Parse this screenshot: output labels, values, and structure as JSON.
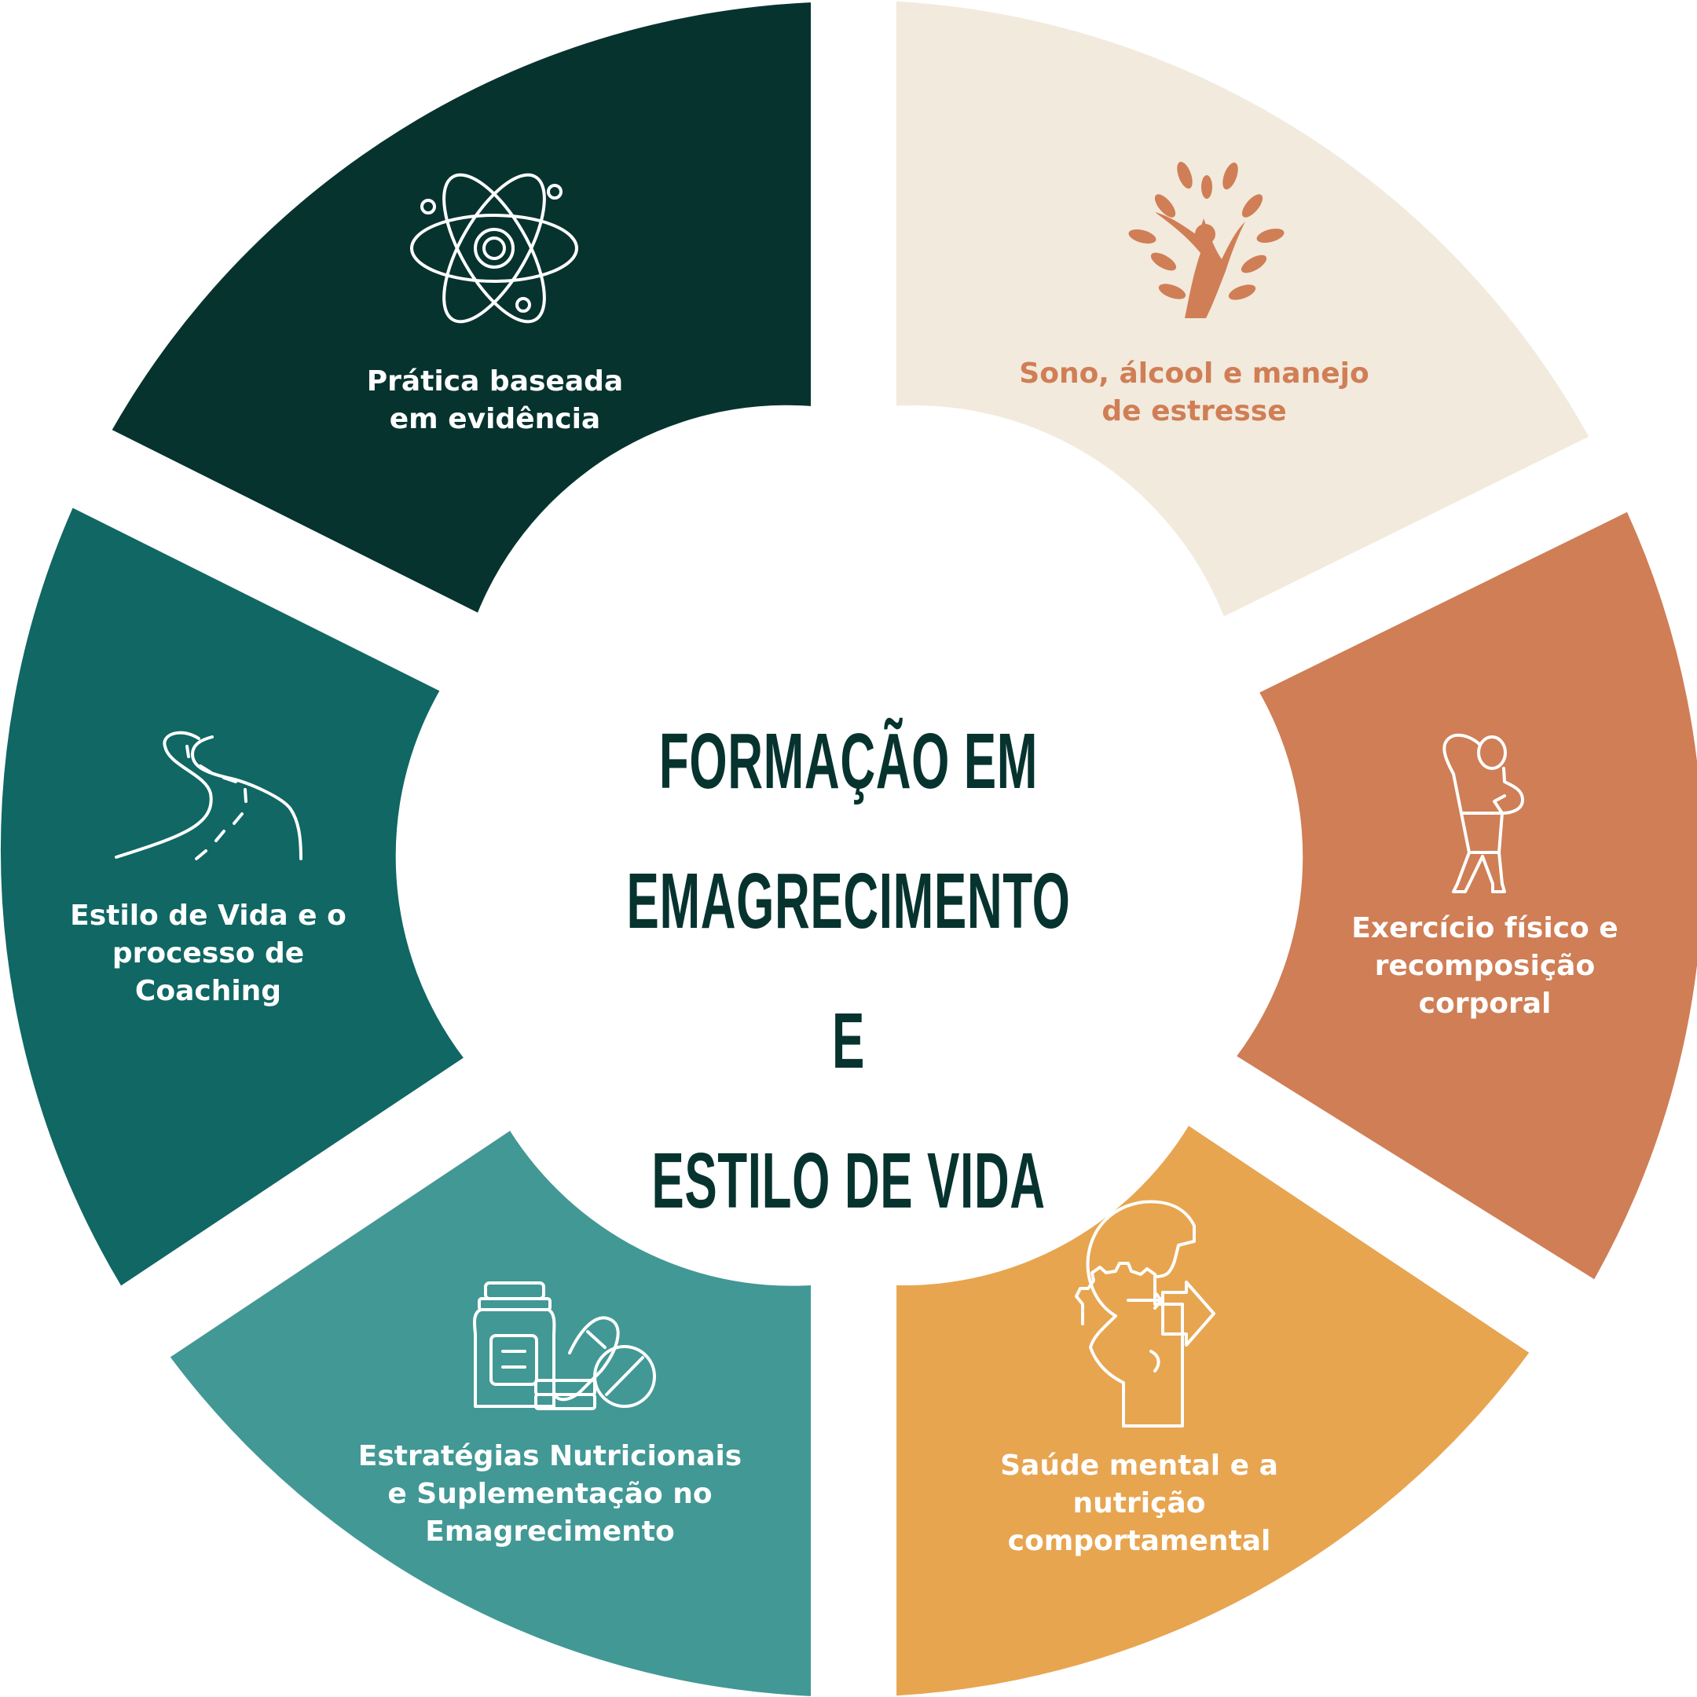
{
  "title": "FORMAÇÃO EM\nEMAGRECIMENTO E\nESTILO DE VIDA",
  "colors": {
    "title": "#07332F",
    "background": "#FFFFFF"
  },
  "segments": [
    {
      "label": "Prática baseada\nem evidência",
      "icon": "atom-icon",
      "fill": "#07332F",
      "text_color": "#FFFFFF",
      "icon_color": "#FFFFFF"
    },
    {
      "label": "Sono, álcool e manejo\nde estresse",
      "icon": "tree-person-icon",
      "fill": "#F2EADC",
      "text_color": "#D07E56",
      "icon_color": "#D07E56"
    },
    {
      "label": "Exercício físico e\nrecomposição\ncorporal",
      "icon": "stretching-person-icon",
      "fill": "#CF7E56",
      "text_color": "#FFFFFF",
      "icon_color": "#FFFFFF"
    },
    {
      "label": "Saúde mental e a\nnutrição\ncomportamental",
      "icon": "head-gear-arrows-icon",
      "fill": "#E7A550",
      "text_color": "#FFFFFF",
      "icon_color": "#FFFFFF"
    },
    {
      "label": "Estratégias Nutricionais\ne Suplementação no\nEmagrecimento",
      "icon": "supplements-pills-icon",
      "fill": "#429895",
      "text_color": "#FFFFFF",
      "icon_color": "#FFFFFF"
    },
    {
      "label": "Estilo de Vida e o\nprocesso de\nCoaching",
      "icon": "road-icon",
      "fill": "#106764",
      "text_color": "#FFFFFF",
      "icon_color": "#FFFFFF"
    }
  ]
}
